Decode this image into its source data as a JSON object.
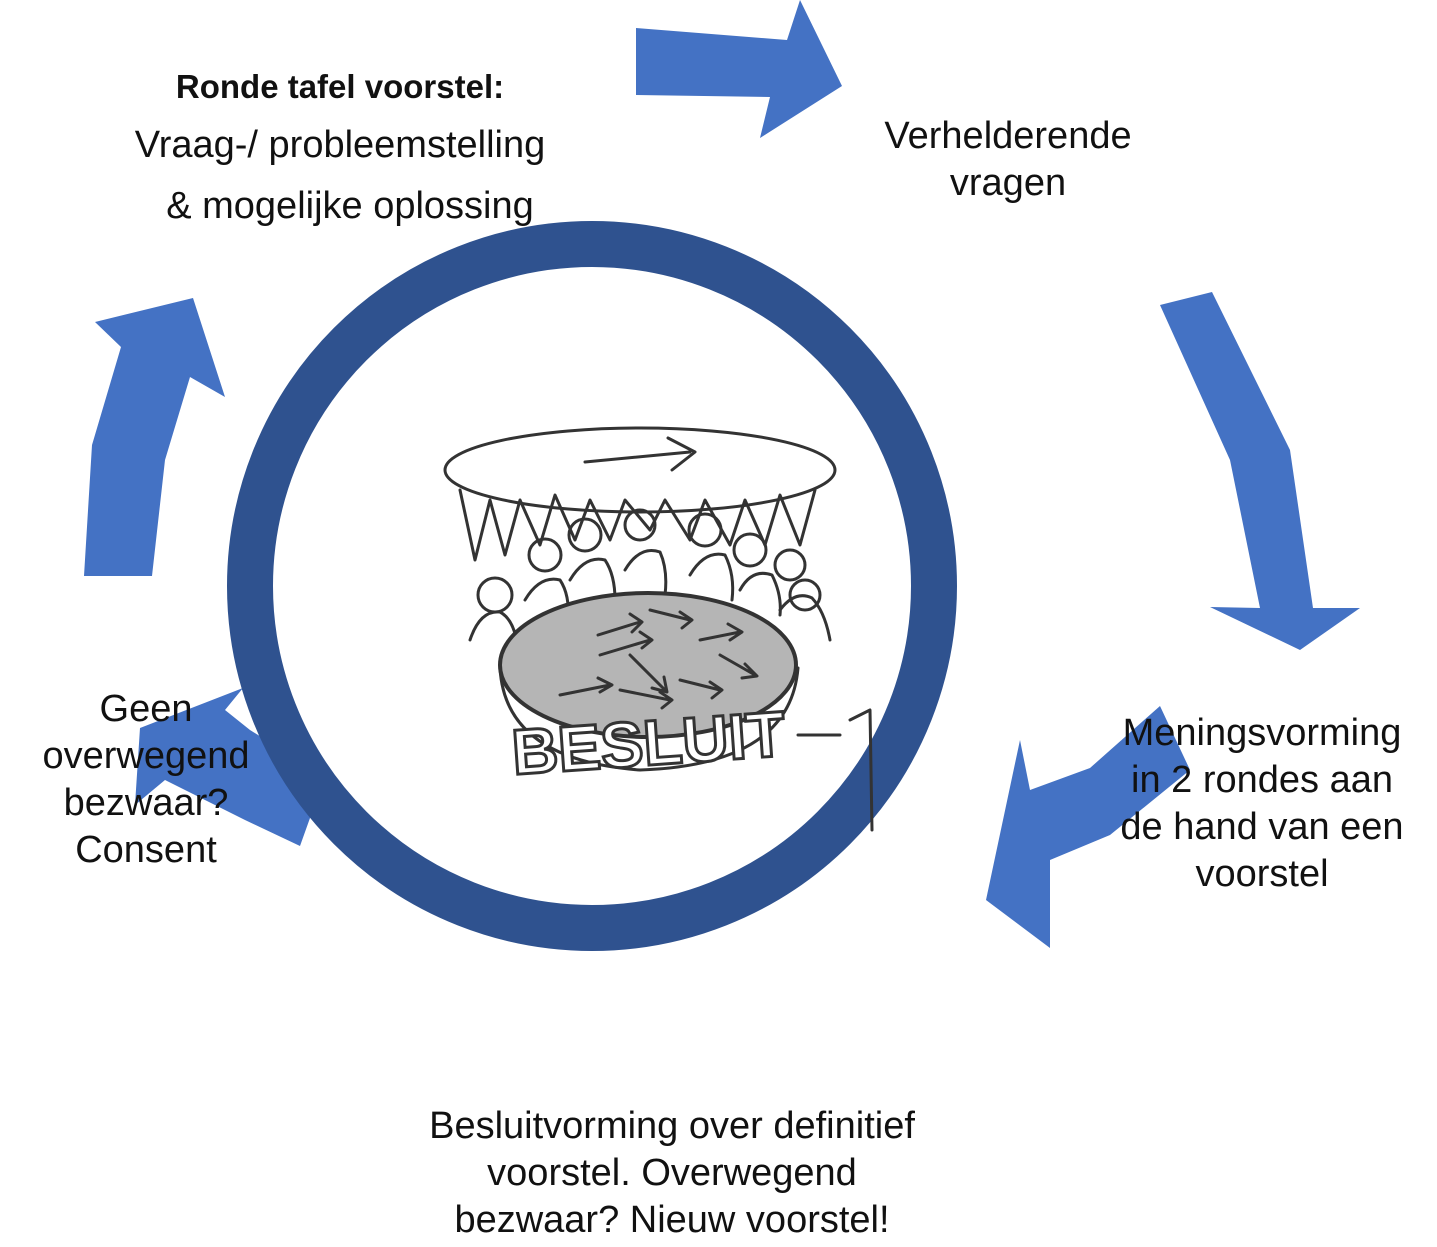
{
  "colors": {
    "arrow": "#4472C4",
    "ring": "#2F528F",
    "text": "#111111",
    "sketch": "#333333",
    "table_fill": "#B5B5B5"
  },
  "steps": {
    "proposal": {
      "title": "Ronde tafel voorstel:",
      "line1": "Vraag-/ probleemstelling",
      "line2": "& mogelijke oplossing"
    },
    "clarify": {
      "line1": "Verhelderende",
      "line2": "vragen"
    },
    "opinion": {
      "line1": "Meningsvorming",
      "line2": "in 2 rondes  aan",
      "line3": "de hand van een",
      "line4": "voorstel"
    },
    "decision": {
      "line1": "Besluitvorming over definitief",
      "line2": "voorstel. Overwegend",
      "line3": "bezwaar? Nieuw voorstel!"
    },
    "consent": {
      "line1": "Geen",
      "line2": "overwegend",
      "line3": "bezwaar?",
      "line4": "Consent"
    }
  },
  "center_image": {
    "icon": "round-table-cartoon",
    "caption": "BESLUIT"
  }
}
